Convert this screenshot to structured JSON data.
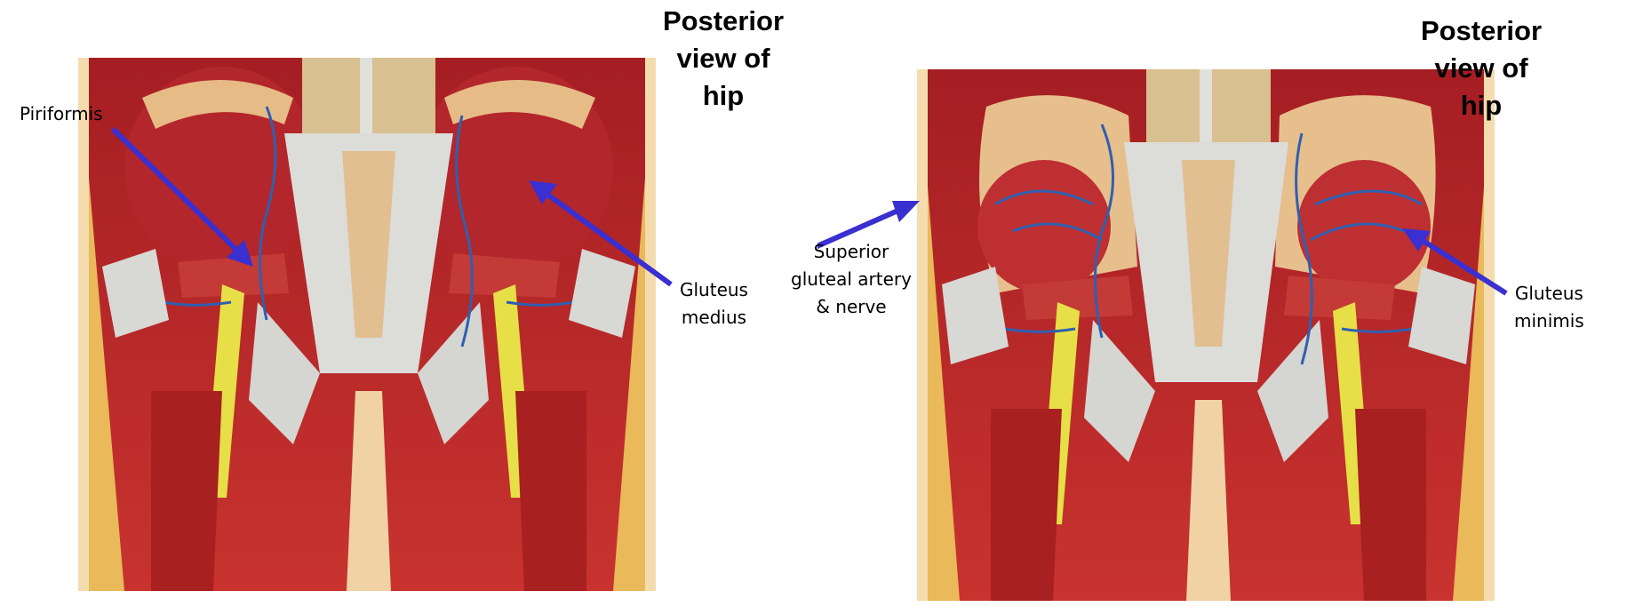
{
  "panels": [
    {
      "title_lines": [
        "Posterior",
        "view of",
        "hip"
      ],
      "labels": [
        {
          "lines": [
            "Piriformis"
          ]
        },
        {
          "lines": [
            "Gluteus",
            "medius"
          ]
        }
      ]
    },
    {
      "title_lines": [
        "Posterior",
        "view of",
        "hip"
      ],
      "labels": [
        {
          "lines": [
            "Superior",
            "gluteal artery",
            "& nerve"
          ]
        },
        {
          "lines": [
            "Gluteus",
            "minimis"
          ]
        }
      ]
    }
  ],
  "colors": {
    "arrow": "#3a2fd0",
    "muscle": "#b8262a",
    "muscle_light": "#d94a46",
    "tendon": "#d9d9d6",
    "bone": "#e8c79a",
    "nerve": "#e8e24a",
    "vessel": "#2f5fb0",
    "fat": "#f2d873"
  }
}
